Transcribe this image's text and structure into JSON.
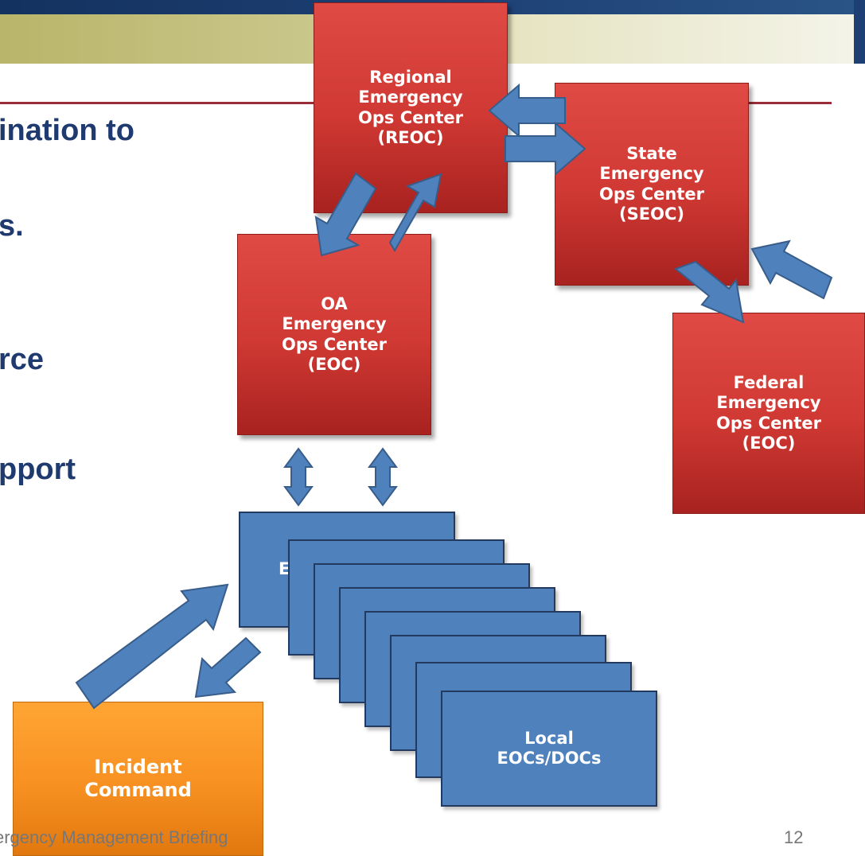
{
  "slide": {
    "bullet_fragments": [
      "ination to",
      "s.",
      "rce",
      "pport"
    ],
    "footer_text": "ergency Management Briefing",
    "page_number": "12",
    "colors": {
      "title_text": "#1f3a6e",
      "rule": "#9b2d3a",
      "red_box": "#cf3833",
      "orange_box": "#f79021",
      "blue_box": "#4f81bd",
      "arrow": "#4f81bd"
    }
  },
  "diagram": {
    "reoc": "Regional\nEmergency\nOps Center\n(REOC)",
    "seoc": "State\nEmergency\nOps Center\n(SEOC)",
    "oa_eoc": "OA\nEmergency\nOps Center\n(EOC)",
    "federal_eoc": "Federal\nEmergency\nOps Center\n(EOC)",
    "local_eocs": "Local\nEOCs/DOCs",
    "stack_partial_label": "E",
    "incident_command": "Incident\nCommand"
  }
}
